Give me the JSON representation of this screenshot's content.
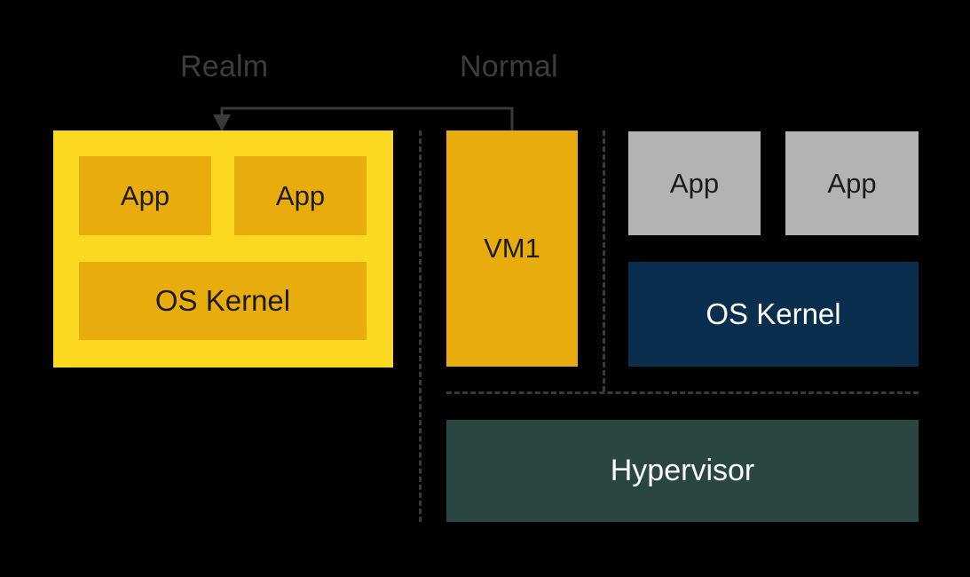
{
  "diagram": {
    "title_labels": {
      "realm_world": "Realm",
      "normal_world": "Normal"
    },
    "realm_world": {
      "label": "Realm",
      "apps": [
        {
          "label": "App"
        },
        {
          "label": "App"
        }
      ],
      "kernel": {
        "label": "OS Kernel"
      }
    },
    "normal_world": {
      "label": "Normal",
      "vm": {
        "label": "VM1"
      },
      "apps": [
        {
          "label": "App"
        },
        {
          "label": "App"
        }
      ],
      "kernel": {
        "label": "OS Kernel"
      },
      "hypervisor": {
        "label": "Hypervisor"
      }
    },
    "arrow": {
      "name": "normal-to-realm-transition-arrow",
      "from": "Normal",
      "to": "Realm"
    },
    "colors": {
      "background": "#000000",
      "realm_shell": "#FCD921",
      "realm_inner": "#E8AC0C",
      "vm_fill": "#E8AC0C",
      "app_gray": "#B3B3B3",
      "kernel_navy": "#0A2F4E",
      "hypervisor_green": "#2A4642",
      "world_label_text": "#3D3D3D",
      "dashed_line": "#3A3A3A",
      "dark_text": "#1B1B1B",
      "light_text": "#FFFFFF"
    }
  }
}
